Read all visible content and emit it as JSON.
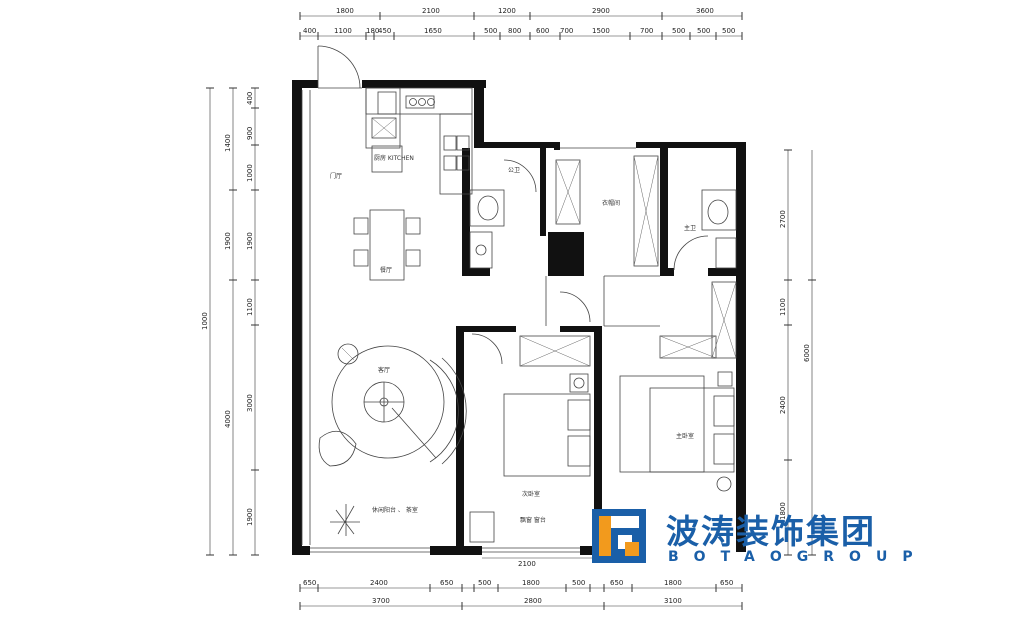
{
  "dimensions": {
    "top_outer": [
      "1800",
      "2100",
      "1200",
      "2900",
      "3600"
    ],
    "top_inner": [
      "400",
      "1100",
      "180",
      "450",
      "1650",
      "500",
      "800",
      "600",
      "700",
      "1500",
      "700",
      "500",
      "500",
      "500"
    ],
    "bottom_inner": [
      "650",
      "2400",
      "650",
      "500",
      "1800",
      "500",
      "650",
      "1800",
      "650"
    ],
    "bottom_outer": [
      "3700",
      "2800",
      "3100"
    ],
    "left_outer": [
      "1000",
      "1400",
      "1900",
      "4000"
    ],
    "left_inner": [
      "400",
      "900",
      "1000",
      "1900",
      "1100",
      "3000",
      "1900"
    ],
    "right": [
      "2700",
      "1100",
      "2400",
      "1800",
      "6000"
    ],
    "window_width": "2100"
  },
  "rooms": {
    "kitchen": "厨房 KITCHEN",
    "entrance": "门厅",
    "dining": "餐厅",
    "living": "客厅",
    "balcony": "休闲阳台 、 茶室",
    "bath_public": "公卫",
    "bath_master": "主卫",
    "closet": "衣帽间",
    "master_bedroom": "主卧室",
    "second_bedroom": "次卧室",
    "window_label": "飘窗 窗台"
  },
  "logo": {
    "name_cn": "波涛装饰集团",
    "name_en": "BOTAOGROUP"
  },
  "colors": {
    "logo_blue": "#1a5fa8",
    "logo_orange": "#f29a1d",
    "wall": "#111111"
  }
}
